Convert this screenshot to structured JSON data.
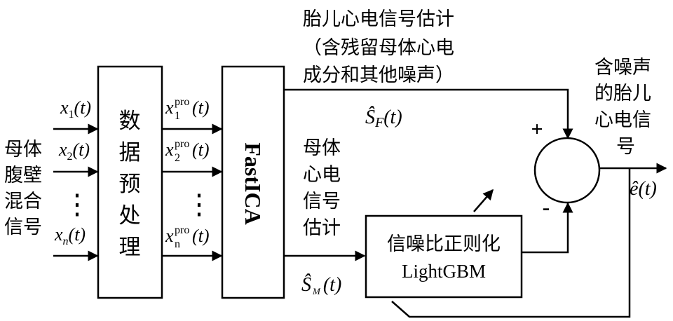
{
  "inputs": {
    "label_lines": [
      "母体",
      "腹壁",
      "混合",
      "信号"
    ],
    "x1": {
      "base": "x",
      "sub": "1",
      "arg": "(t)"
    },
    "x2": {
      "base": "x",
      "sub": "2",
      "arg": "(t)"
    },
    "xn": {
      "base": "x",
      "sub": "n",
      "arg": "(t)"
    },
    "dots": "⋮"
  },
  "preprocess": {
    "label_chars": [
      "数",
      "据",
      "预",
      "处",
      "理"
    ]
  },
  "preprocessed_outputs": {
    "x1": {
      "base": "x",
      "sup": "pro",
      "sub": "1",
      "arg": "(t)"
    },
    "x2": {
      "base": "x",
      "sup": "pro",
      "sub": "2",
      "arg": "(t)"
    },
    "xn": {
      "base": "x",
      "sup": "pro",
      "sub": "n",
      "arg": "(t)"
    },
    "dots": "⋮"
  },
  "fastica": {
    "label": "FastICA"
  },
  "fetal_estimate": {
    "label_lines": [
      "胎儿心电信号估计",
      "（含残留母体心电",
      "成分和其他噪声）"
    ],
    "symbol": {
      "base": "Ŝ",
      "sub": "F",
      "arg": "(t)"
    }
  },
  "maternal_estimate": {
    "label_lines": [
      "母体",
      "心电",
      "信号",
      "估计"
    ],
    "symbol": {
      "base": "Ŝ",
      "sub": "M",
      "arg": "(t)"
    }
  },
  "model": {
    "line1": "信噪比正则化",
    "line2": "LightGBM"
  },
  "summer": {
    "plus": "+",
    "minus": "-"
  },
  "output": {
    "label_lines": [
      "含噪声",
      "的胎儿",
      "心电信",
      "号"
    ],
    "symbol": {
      "base": "ê",
      "arg": "(t)"
    }
  }
}
